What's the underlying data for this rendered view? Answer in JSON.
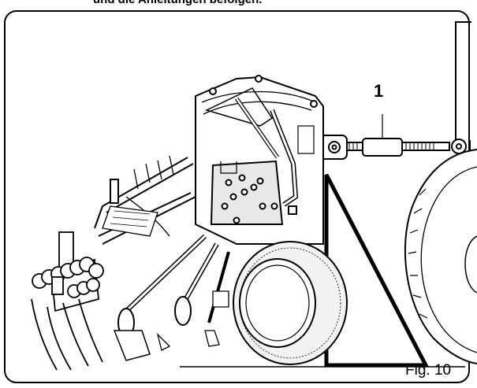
{
  "header": {
    "text": "und die Anleitungen befolgen."
  },
  "diagram": {
    "callout_number": "1",
    "figure_label": "Fig. 10"
  },
  "icons": [
    "seed-drill-illustration",
    "tractor-wheel",
    "top-link-arm",
    "tipping-triangle"
  ]
}
